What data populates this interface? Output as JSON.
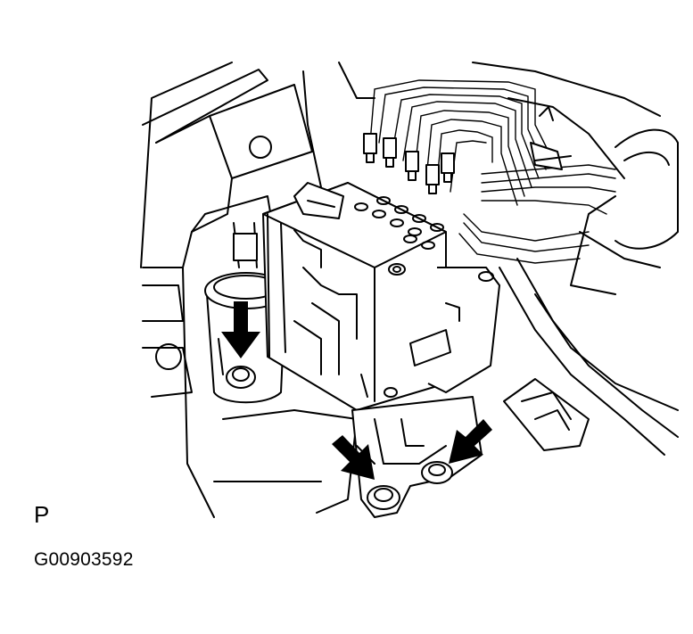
{
  "figure": {
    "view_letter": "P",
    "figure_code": "G00903592",
    "line_color": "#000000",
    "background_color": "#ffffff",
    "depicts": "abs-actuator-assembly-with-brake-lines",
    "callouts": [
      {
        "name": "arrow-left-bolt",
        "points_to": "bracket-bolt-left"
      },
      {
        "name": "arrow-bottom-bolt-1",
        "points_to": "bracket-bolt-bottom-left"
      },
      {
        "name": "arrow-bottom-bolt-2",
        "points_to": "bracket-bolt-bottom-right"
      }
    ]
  }
}
